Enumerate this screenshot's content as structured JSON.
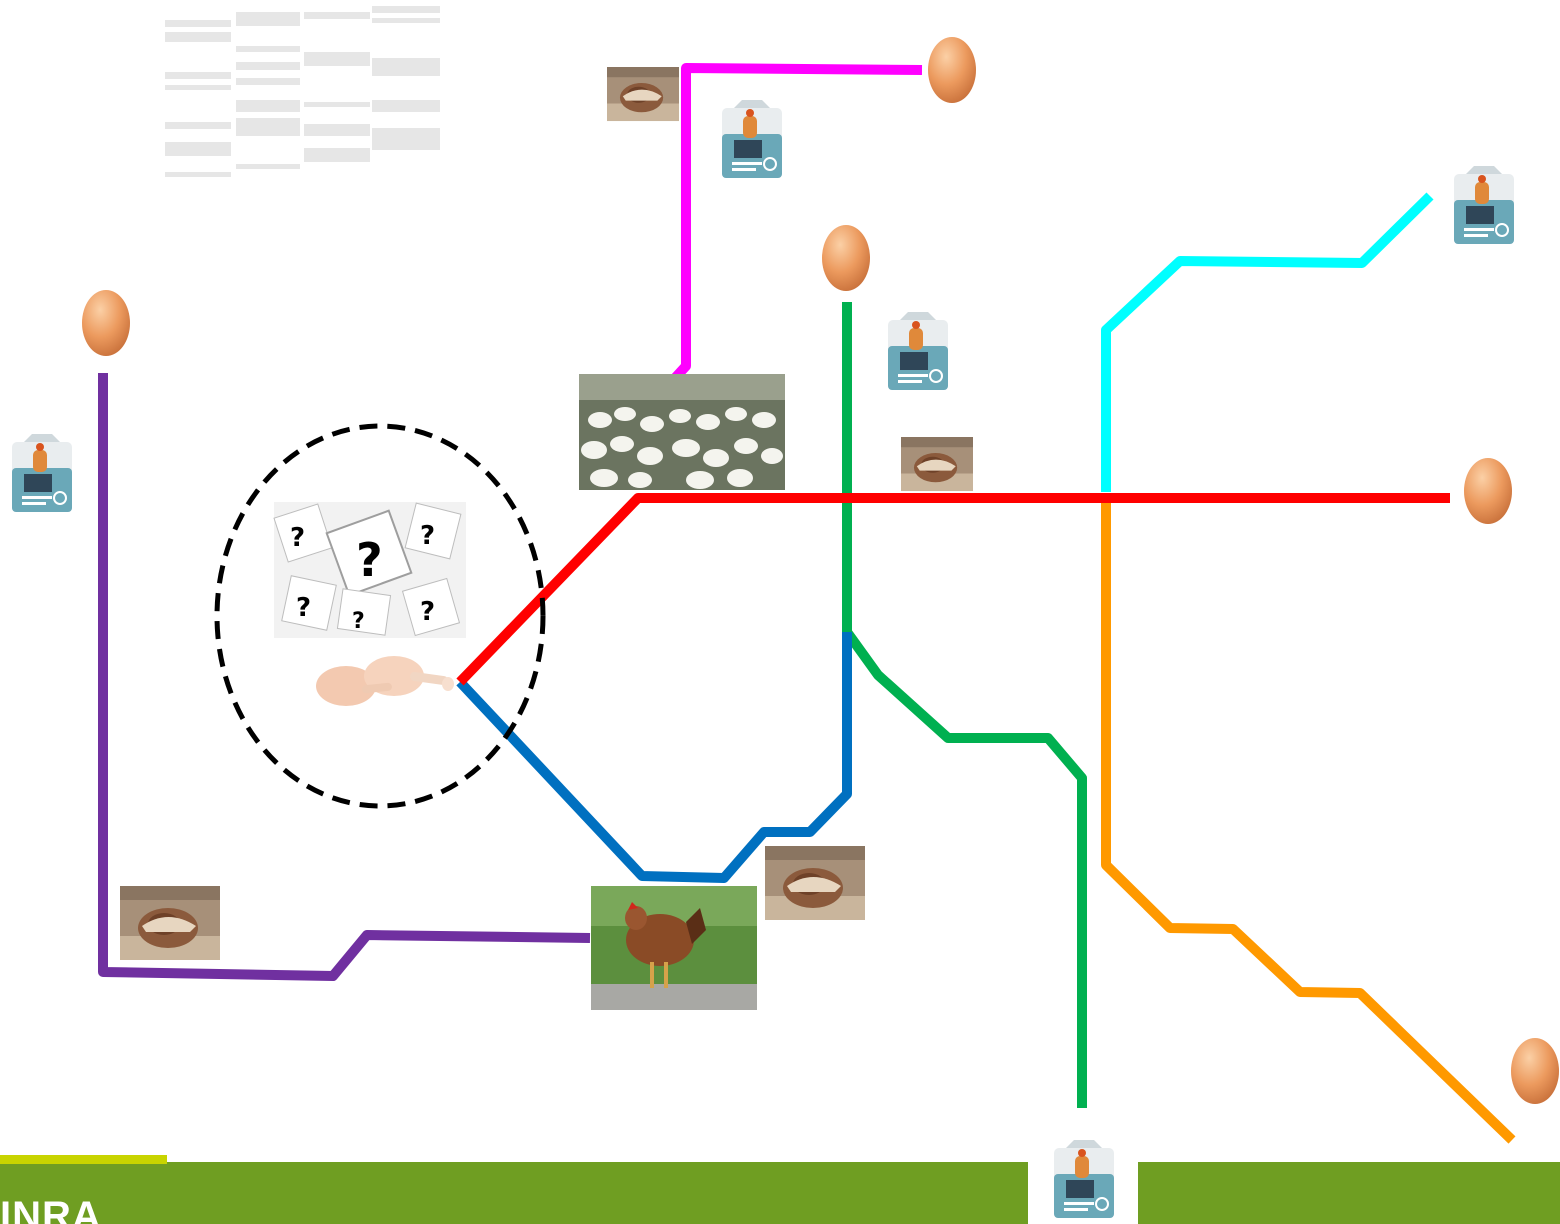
{
  "colors": {
    "line_red": "#ff0000",
    "line_blue": "#0070c0",
    "line_green": "#00b050",
    "line_magenta": "#ff00ff",
    "line_cyan": "#00ffff",
    "line_orange": "#ff9900",
    "line_purple": "#7030a0",
    "footer_green": "#6f9e22",
    "footer_accent": "#c8d400",
    "egg": "#e8955a"
  },
  "lines": [
    {
      "name": "red",
      "color_key": "line_red"
    },
    {
      "name": "blue",
      "color_key": "line_blue"
    },
    {
      "name": "green",
      "color_key": "line_green"
    },
    {
      "name": "magenta",
      "color_key": "line_magenta"
    },
    {
      "name": "cyan",
      "color_key": "line_cyan"
    },
    {
      "name": "orange",
      "color_key": "line_orange"
    },
    {
      "name": "purple",
      "color_key": "line_purple"
    }
  ],
  "icons": {
    "egg": "egg-icon",
    "feed_bag": "feed-bag-icon",
    "hatching_chick": "hatching-chick-image",
    "poultry_barn": "poultry-barn-image",
    "hen": "hen-image",
    "question_marks": "question-marks-image",
    "chicken_legs": "chicken-legs-image"
  },
  "footer": {
    "logo_text": "INRA"
  }
}
